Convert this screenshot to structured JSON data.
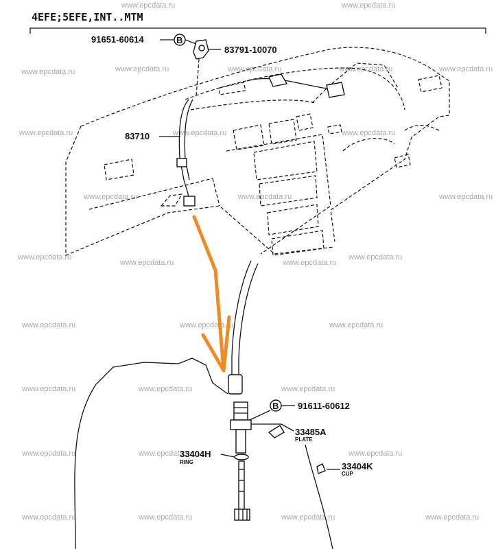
{
  "header": {
    "title": "4EFE;5EFE,INT..MTM"
  },
  "watermark": {
    "text": "www.epcdata.ru"
  },
  "parts": {
    "screw_91651": {
      "number": "91651-60614",
      "marker": "B"
    },
    "clamp_83791": {
      "number": "83791-10070"
    },
    "cable_83710": {
      "number": "83710"
    },
    "bolt_91611": {
      "number": "91611-60612",
      "marker": "B"
    },
    "plate_33485A": {
      "number": "33485A",
      "name": "PLATE"
    },
    "ring_33404H": {
      "number": "33404H",
      "name": "RING"
    },
    "cup_33404K": {
      "number": "33404K",
      "name": "CUP"
    }
  },
  "colors": {
    "arrow": "#f08a24",
    "line": "#111111",
    "watermark": "#a8a8a8"
  }
}
